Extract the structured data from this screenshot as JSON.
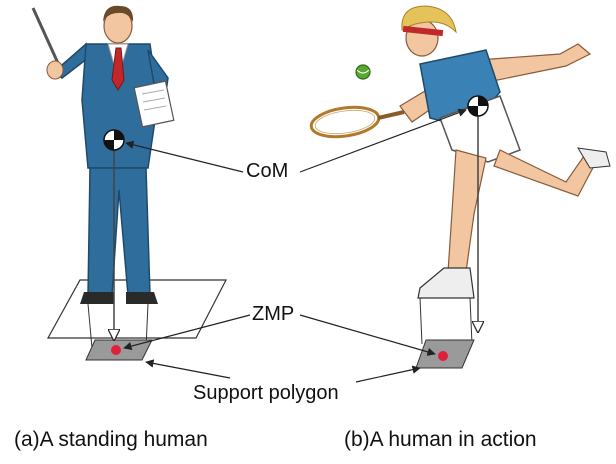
{
  "labels": {
    "com": "CoM",
    "zmp": "ZMP",
    "support_polygon": "Support polygon"
  },
  "captions": {
    "standing": "(a)A standing human",
    "action": "(b)A human in action"
  },
  "colors": {
    "suit": "#2f6e9c",
    "suit_dark": "#1d4a6b",
    "tie": "#c0282b",
    "skin": "#f1c6a0",
    "hair_man": "#6b4a2a",
    "hair_woman": "#e6c25a",
    "shirt_woman": "#3a82b5",
    "skirt": "#ffffff",
    "headband": "#c0282b",
    "ball": "#5aa832",
    "polygon_fill": "#9a9a9a",
    "zmp_point": "#e0203a",
    "line": "#222222"
  },
  "icons": {
    "com_marker": "center-of-mass-icon",
    "zmp_marker": "zmp-point-icon"
  }
}
